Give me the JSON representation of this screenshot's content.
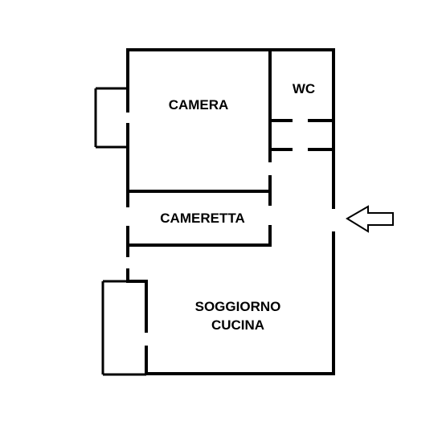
{
  "rooms": {
    "camera": "CAMERA",
    "wc": "WC",
    "cameretta": "CAMERETTA",
    "soggiorno_line1": "SOGGIORNO",
    "soggiorno_line2": "CUCINA"
  },
  "entrance_icon": "arrow-left-icon",
  "colors": {
    "wall": "#000000",
    "background": "#ffffff"
  }
}
